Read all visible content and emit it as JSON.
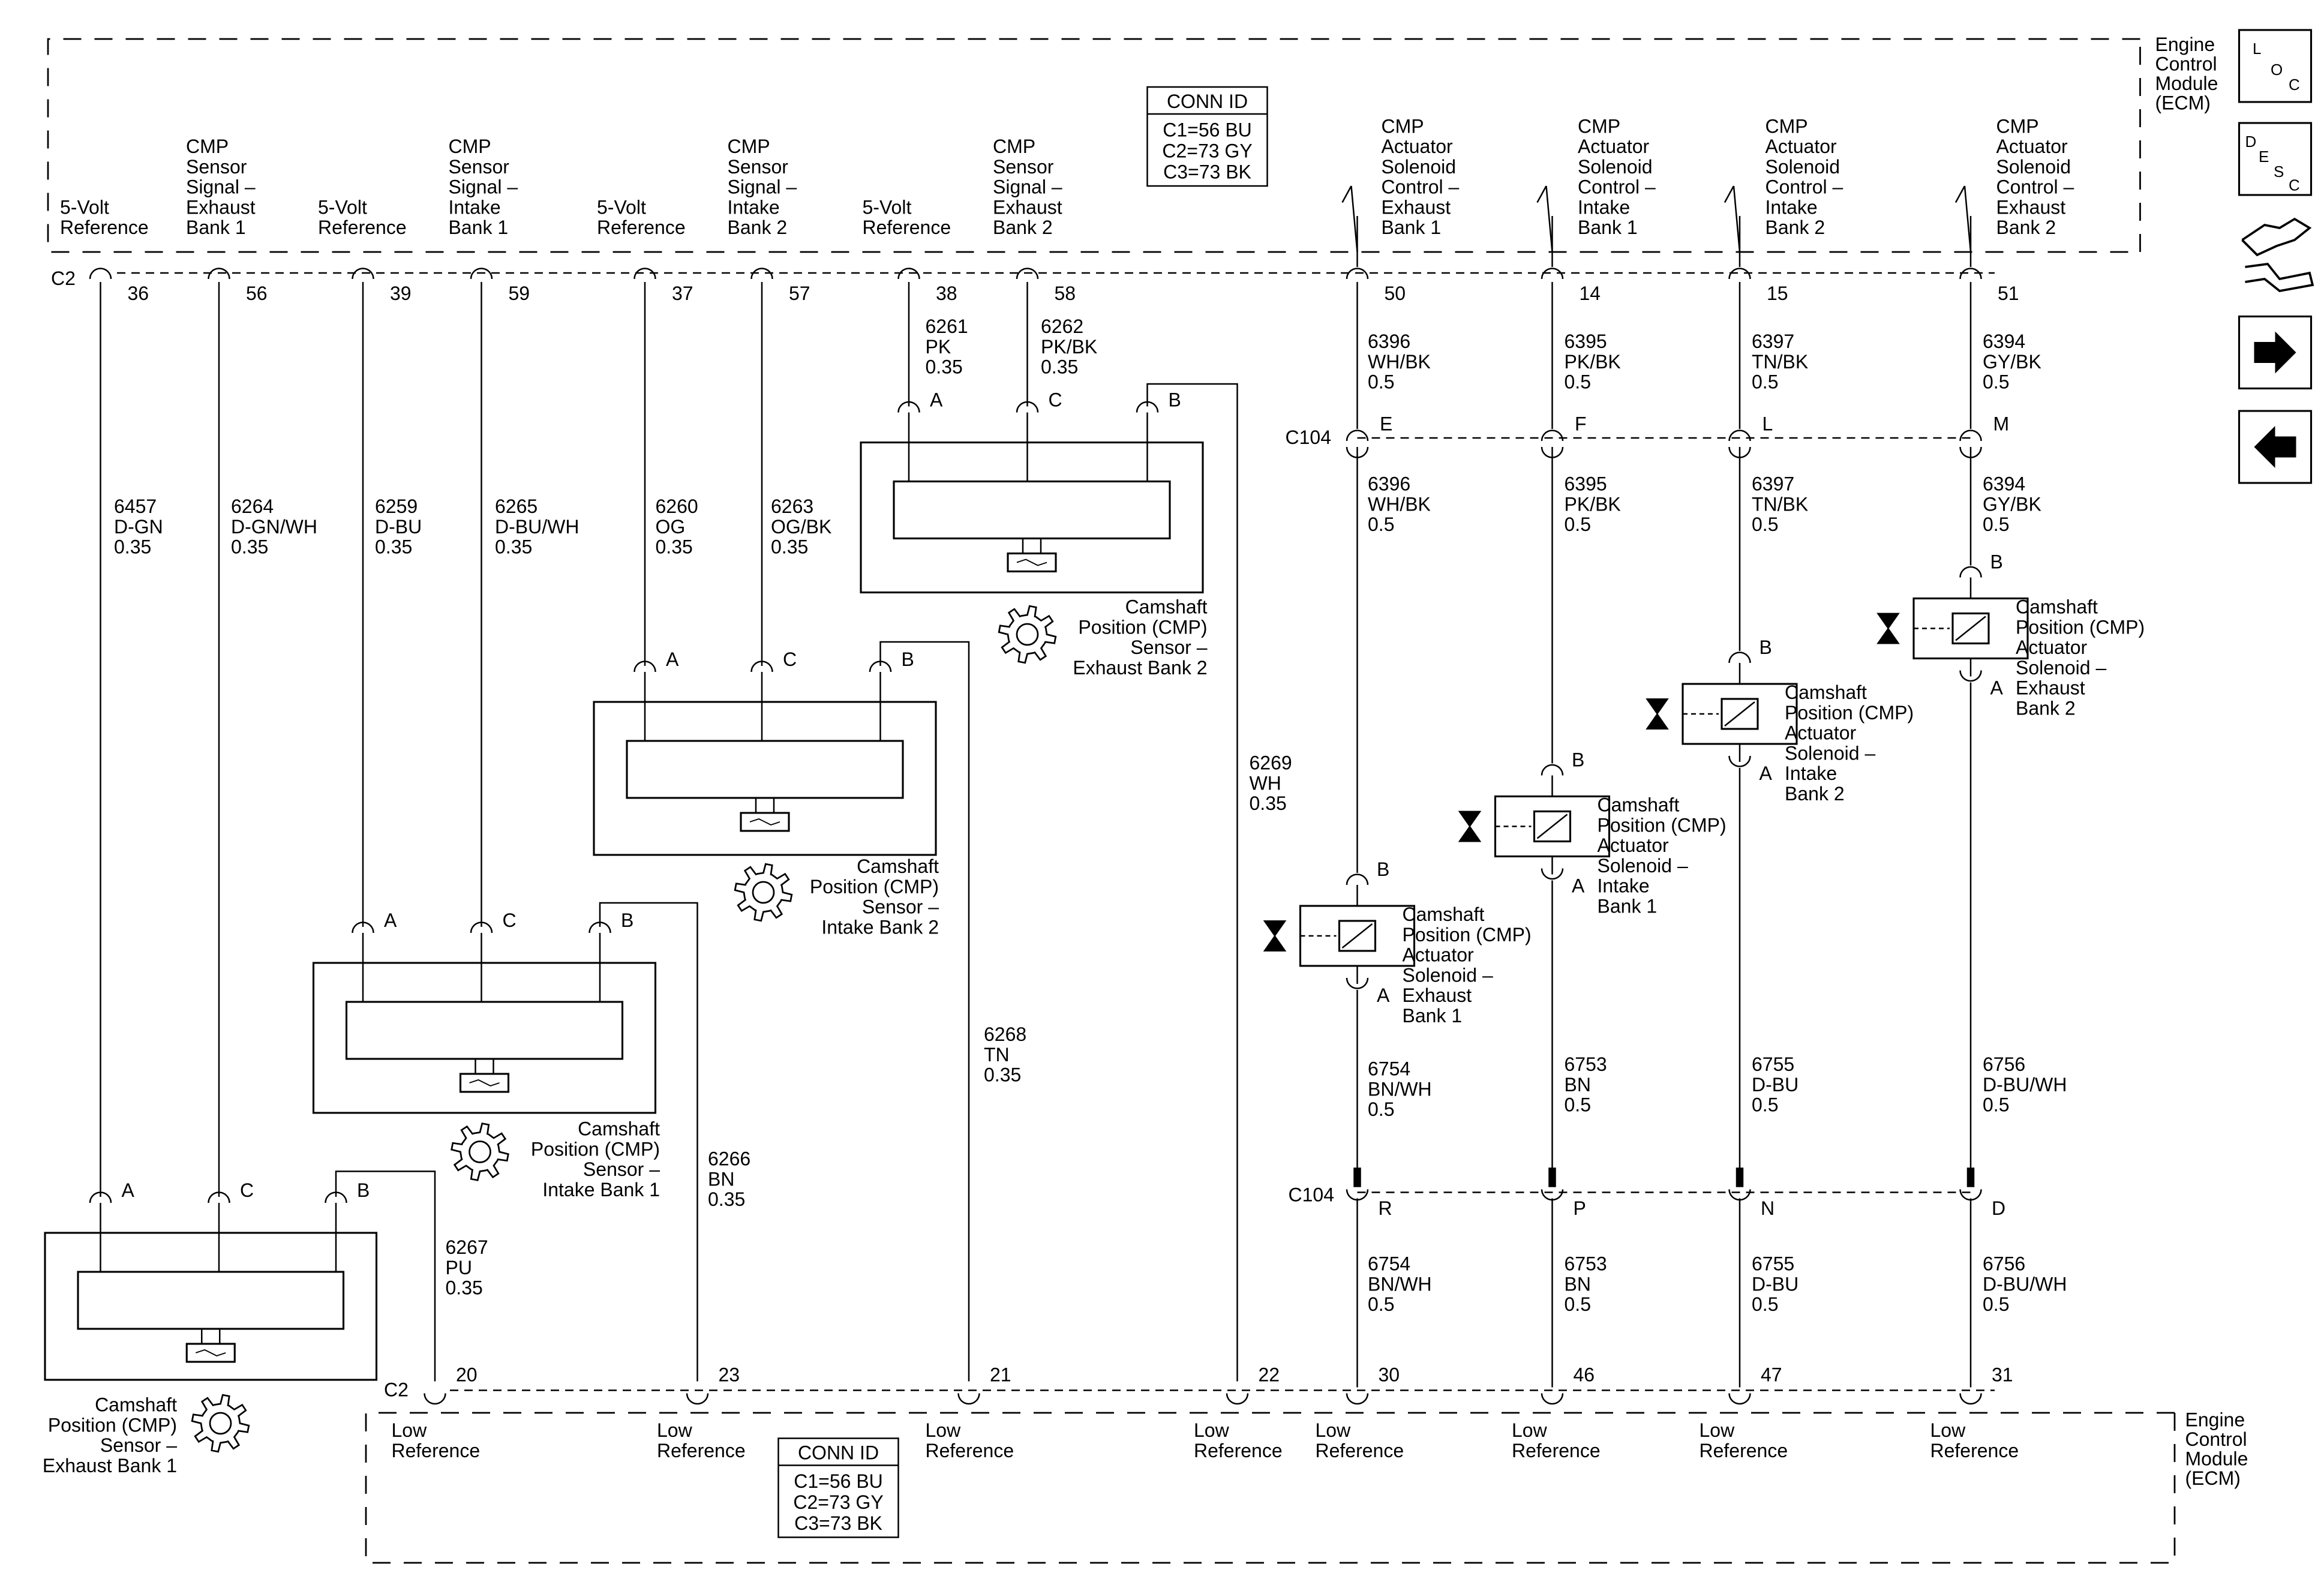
{
  "ecm": {
    "top_label": [
      "Engine",
      "Control",
      "Module",
      "(ECM)"
    ],
    "bottom_label": [
      "Engine",
      "Control",
      "Module",
      "(ECM)"
    ]
  },
  "conn_id": {
    "title": "CONN ID",
    "lines": [
      "C1=56 BU",
      "C2=73 GY",
      "C3=73 BK"
    ]
  },
  "nav": {
    "loc": [
      "L",
      "O",
      "C"
    ],
    "desc": [
      "D",
      "E",
      "S",
      "C"
    ],
    "icons": [
      "loc-icon",
      "desc-icon",
      "schematic-symbol-icon",
      "next-arrow-icon",
      "back-arrow-icon"
    ]
  },
  "connectors": {
    "top": "C2",
    "bottom": "C2",
    "inline_upper": "C104",
    "inline_lower": "C104"
  },
  "top_pins": [
    {
      "label": [
        "5-Volt",
        "Reference"
      ],
      "pin": "36"
    },
    {
      "label": [
        "CMP",
        "Sensor",
        "Signal –",
        "Exhaust",
        "Bank 1"
      ],
      "pin": "56"
    },
    {
      "label": [
        "5-Volt",
        "Reference"
      ],
      "pin": "39"
    },
    {
      "label": [
        "CMP",
        "Sensor",
        "Signal –",
        "Intake",
        "Bank 1"
      ],
      "pin": "59"
    },
    {
      "label": [
        "5-Volt",
        "Reference"
      ],
      "pin": "37"
    },
    {
      "label": [
        "CMP",
        "Sensor",
        "Signal –",
        "Intake",
        "Bank 2"
      ],
      "pin": "57"
    },
    {
      "label": [
        "5-Volt",
        "Reference"
      ],
      "pin": "38"
    },
    {
      "label": [
        "CMP",
        "Sensor",
        "Signal –",
        "Exhaust",
        "Bank 2"
      ],
      "pin": "58"
    },
    {
      "label": [
        "CMP",
        "Actuator",
        "Solenoid",
        "Control –",
        "Exhaust",
        "Bank 1"
      ],
      "pin": "50"
    },
    {
      "label": [
        "CMP",
        "Actuator",
        "Solenoid",
        "Control –",
        "Intake",
        "Bank 1"
      ],
      "pin": "14"
    },
    {
      "label": [
        "CMP",
        "Actuator",
        "Solenoid",
        "Control –",
        "Intake",
        "Bank 2"
      ],
      "pin": "15"
    },
    {
      "label": [
        "CMP",
        "Actuator",
        "Solenoid",
        "Control –",
        "Exhaust",
        "Bank 2"
      ],
      "pin": "51"
    }
  ],
  "bottom_pins": [
    {
      "label": [
        "Low",
        "Reference"
      ],
      "pin": "20"
    },
    {
      "label": [
        "Low",
        "Reference"
      ],
      "pin": "23"
    },
    {
      "label": [
        "Low",
        "Reference"
      ],
      "pin": "21"
    },
    {
      "label": [
        "Low",
        "Reference"
      ],
      "pin": "22"
    },
    {
      "label": [
        "Low",
        "Reference"
      ],
      "pin": "30"
    },
    {
      "label": [
        "Low",
        "Reference"
      ],
      "pin": "46"
    },
    {
      "label": [
        "Low",
        "Reference"
      ],
      "pin": "47"
    },
    {
      "label": [
        "Low",
        "Reference"
      ],
      "pin": "31"
    }
  ],
  "wires": {
    "w6457": [
      "6457",
      "D-GN",
      "0.35"
    ],
    "w6264": [
      "6264",
      "D-GN/WH",
      "0.35"
    ],
    "w6259": [
      "6259",
      "D-BU",
      "0.35"
    ],
    "w6265": [
      "6265",
      "D-BU/WH",
      "0.35"
    ],
    "w6260": [
      "6260",
      "OG",
      "0.35"
    ],
    "w6263": [
      "6263",
      "OG/BK",
      "0.35"
    ],
    "w6261": [
      "6261",
      "PK",
      "0.35"
    ],
    "w6262": [
      "6262",
      "PK/BK",
      "0.35"
    ],
    "w6267": [
      "6267",
      "PU",
      "0.35"
    ],
    "w6266": [
      "6266",
      "BN",
      "0.35"
    ],
    "w6268": [
      "6268",
      "TN",
      "0.35"
    ],
    "w6269": [
      "6269",
      "WH",
      "0.35"
    ],
    "w6396a": [
      "6396",
      "WH/BK",
      "0.5"
    ],
    "w6395a": [
      "6395",
      "PK/BK",
      "0.5"
    ],
    "w6397a": [
      "6397",
      "TN/BK",
      "0.5"
    ],
    "w6394a": [
      "6394",
      "GY/BK",
      "0.5"
    ],
    "w6396b": [
      "6396",
      "WH/BK",
      "0.5"
    ],
    "w6395b": [
      "6395",
      "PK/BK",
      "0.5"
    ],
    "w6397b": [
      "6397",
      "TN/BK",
      "0.5"
    ],
    "w6394b": [
      "6394",
      "GY/BK",
      "0.5"
    ],
    "w6754a": [
      "6754",
      "BN/WH",
      "0.5"
    ],
    "w6753a": [
      "6753",
      "BN",
      "0.5"
    ],
    "w6755a": [
      "6755",
      "D-BU",
      "0.5"
    ],
    "w6756a": [
      "6756",
      "D-BU/WH",
      "0.5"
    ],
    "w6754b": [
      "6754",
      "BN/WH",
      "0.5"
    ],
    "w6753b": [
      "6753",
      "BN",
      "0.5"
    ],
    "w6755b": [
      "6755",
      "D-BU",
      "0.5"
    ],
    "w6756b": [
      "6756",
      "D-BU/WH",
      "0.5"
    ]
  },
  "c104_upper_pins": [
    "E",
    "F",
    "L",
    "M"
  ],
  "c104_lower_pins": [
    "R",
    "P",
    "N",
    "D"
  ],
  "sensors": [
    {
      "name": [
        "Camshaft",
        "Position (CMP)",
        "Sensor –",
        "Exhaust Bank 1"
      ],
      "pins": [
        "A",
        "C",
        "B"
      ]
    },
    {
      "name": [
        "Camshaft",
        "Position (CMP)",
        "Sensor –",
        "Intake Bank 1"
      ],
      "pins": [
        "A",
        "C",
        "B"
      ]
    },
    {
      "name": [
        "Camshaft",
        "Position (CMP)",
        "Sensor –",
        "Intake Bank 2"
      ],
      "pins": [
        "A",
        "C",
        "B"
      ]
    },
    {
      "name": [
        "Camshaft",
        "Position (CMP)",
        "Sensor –",
        "Exhaust Bank 2"
      ],
      "pins": [
        "A",
        "C",
        "B"
      ]
    }
  ],
  "solenoids": [
    {
      "name": [
        "Camshaft",
        "Position (CMP)",
        "Actuator",
        "Solenoid –",
        "Exhaust",
        "Bank 1"
      ],
      "pins": [
        "B",
        "A"
      ]
    },
    {
      "name": [
        "Camshaft",
        "Position (CMP)",
        "Actuator",
        "Solenoid –",
        "Intake",
        "Bank 1"
      ],
      "pins": [
        "B",
        "A"
      ]
    },
    {
      "name": [
        "Camshaft",
        "Position (CMP)",
        "Actuator",
        "Solenoid –",
        "Intake",
        "Bank 2"
      ],
      "pins": [
        "B",
        "A"
      ]
    },
    {
      "name": [
        "Camshaft",
        "Position (CMP)",
        "Actuator",
        "Solenoid –",
        "Exhaust",
        "Bank 2"
      ],
      "pins": [
        "B",
        "A"
      ]
    }
  ]
}
